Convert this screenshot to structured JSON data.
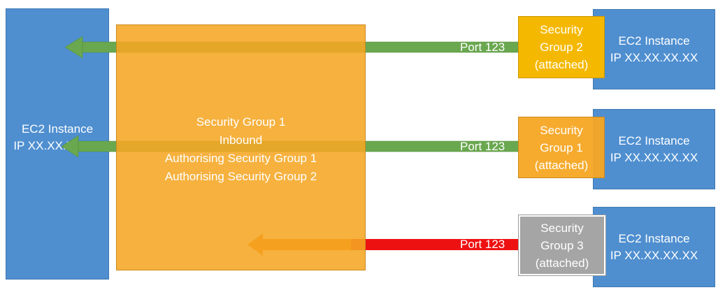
{
  "left_instance": {
    "line1": "EC2 Instance",
    "line2": "IP XX.XX.XX.XX"
  },
  "security_group_main": {
    "line1": "Security Group 1",
    "line2": "Inbound",
    "line3": "Authorising Security Group 1",
    "line4": "Authorising Security Group 2"
  },
  "connections": [
    {
      "port_label": "Port 123",
      "arrow_color": "#6AA84F",
      "security_group": {
        "line1": "Security",
        "line2": "Group 2",
        "line3": "(attached)",
        "color": "#F5B800"
      },
      "instance": {
        "line1": "EC2 Instance",
        "line2": "IP XX.XX.XX.XX"
      }
    },
    {
      "port_label": "Port 123",
      "arrow_color": "#6AA84F",
      "security_group": {
        "line1": "Security",
        "line2": "Group 1",
        "line3": "(attached)",
        "color": "#F5A623"
      },
      "instance": {
        "line1": "EC2 Instance",
        "line2": "IP XX.XX.XX.XX"
      }
    },
    {
      "port_label": "Port 123",
      "arrow_color": "#EE1111",
      "arrow_head_color": "#F07800",
      "security_group": {
        "line1": "Security",
        "line2": "Group 3",
        "line3": "(attached)",
        "color": "#A5A5A5"
      },
      "instance": {
        "line1": "EC2 Instance",
        "line2": "IP XX.XX.XX.XX"
      }
    }
  ],
  "colors": {
    "ec2_blue": "#4F8FD0",
    "security_group_orange": "#F5A623"
  }
}
